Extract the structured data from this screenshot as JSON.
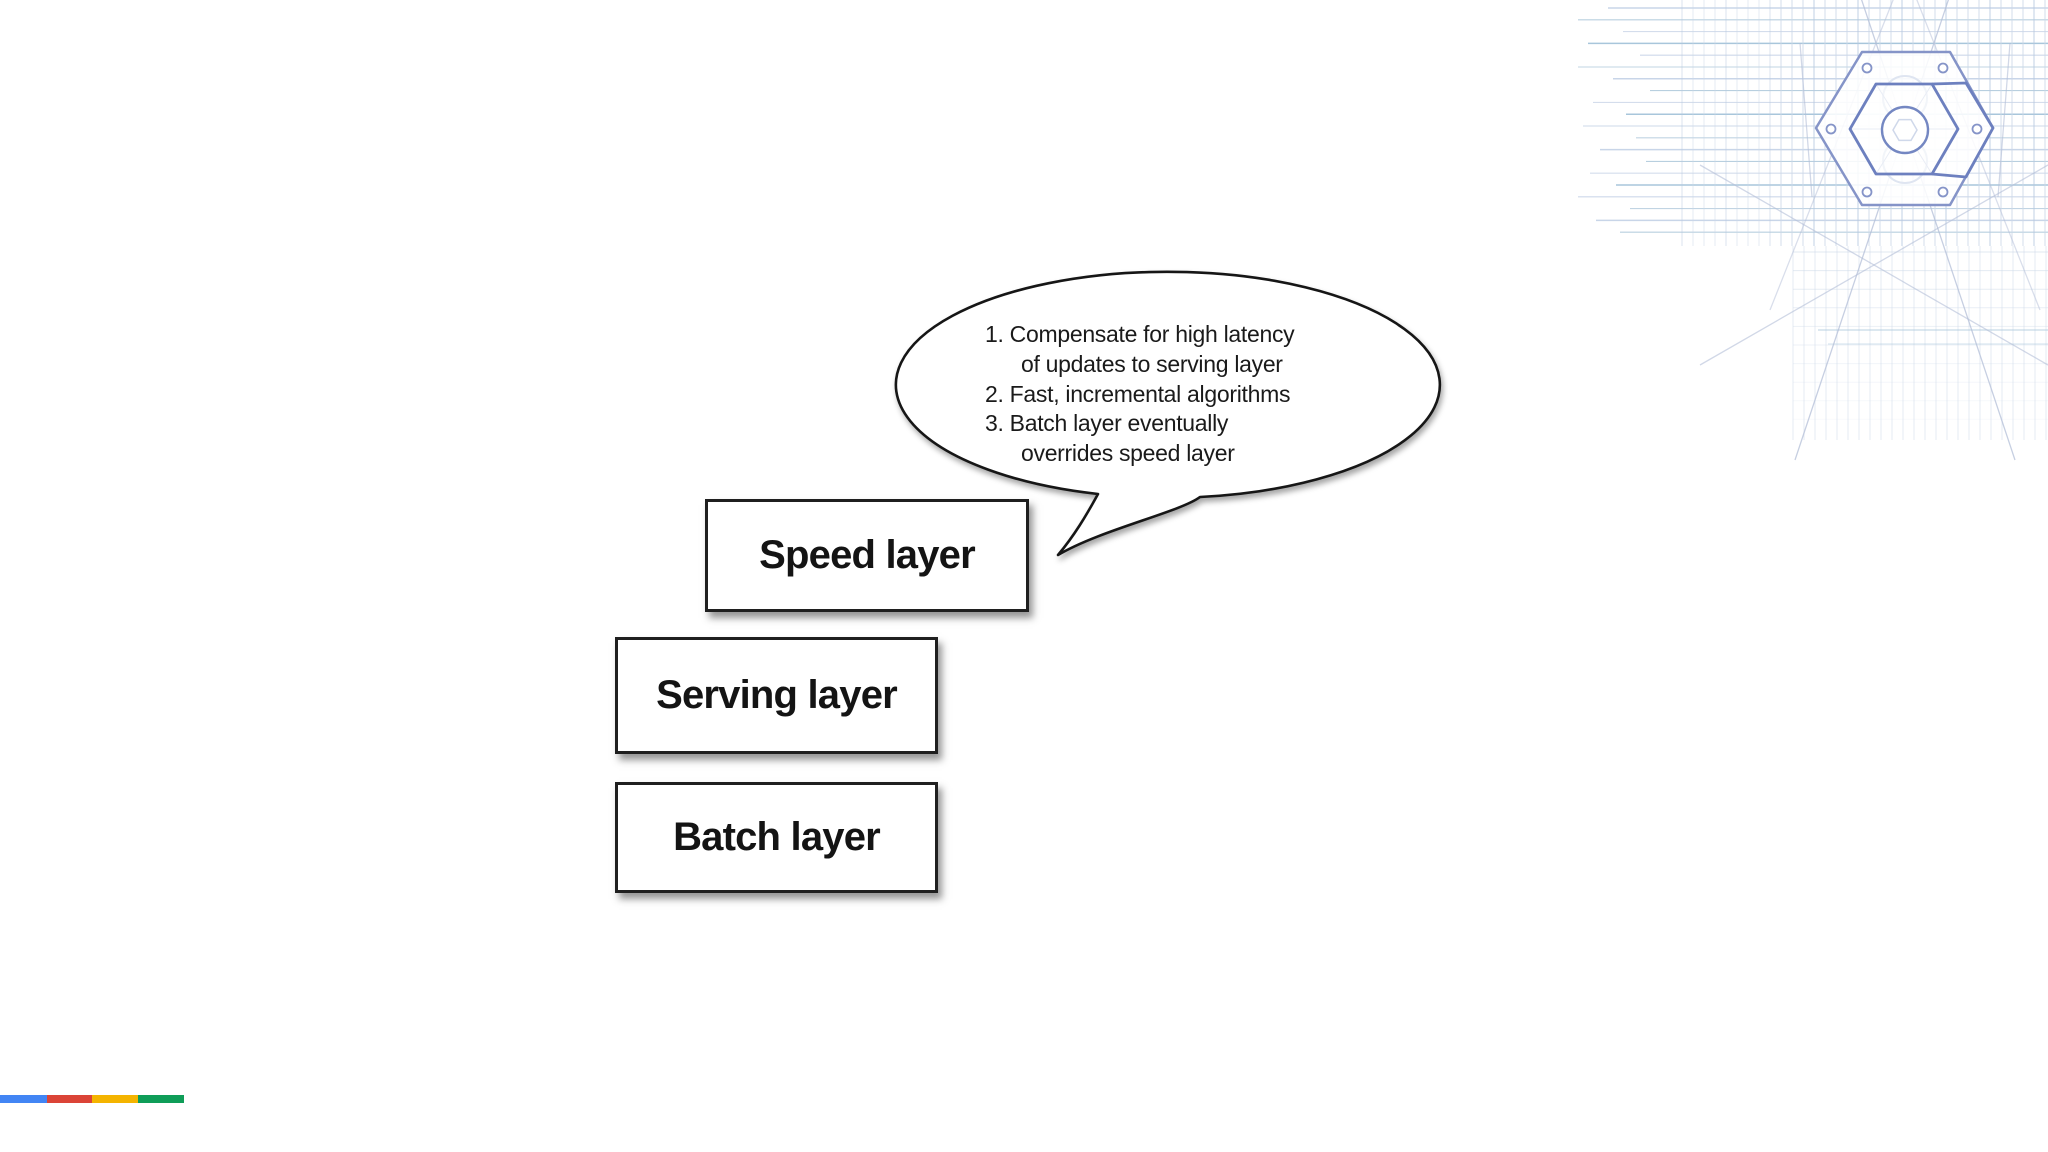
{
  "page": {
    "background": "#ffffff"
  },
  "speech_bubble": {
    "lines": [
      {
        "text": "1. Compensate for high latency",
        "indent": false
      },
      {
        "text": "of updates to serving layer",
        "indent": true
      },
      {
        "text": "2. Fast, incremental algorithms",
        "indent": false
      },
      {
        "text": "3. Batch layer eventually",
        "indent": false
      },
      {
        "text": "overrides speed layer",
        "indent": true
      }
    ],
    "text_color": "#1a1a1a",
    "outline_color": "#161616",
    "fill_color": "#ffffff"
  },
  "layer_boxes": [
    {
      "label": "Speed layer"
    },
    {
      "label": "Serving layer"
    },
    {
      "label": "Batch layer"
    }
  ],
  "brand_bar": {
    "names": [
      "blue",
      "red",
      "yellow",
      "green"
    ],
    "colors": [
      "#4285f4",
      "#db4437",
      "#f4b400",
      "#0f9d58"
    ]
  },
  "decoration": {
    "description": "blueprint grid with hexagonal nut technical drawing",
    "hex_stroke": "#6d80bf",
    "hex_outer_stroke": "#8594c8",
    "grid_color": "#ccd8e8",
    "grid_accent": "#b8c9e0",
    "teal_line": "#aecade",
    "diagonal_color": "#b4bfd8"
  }
}
